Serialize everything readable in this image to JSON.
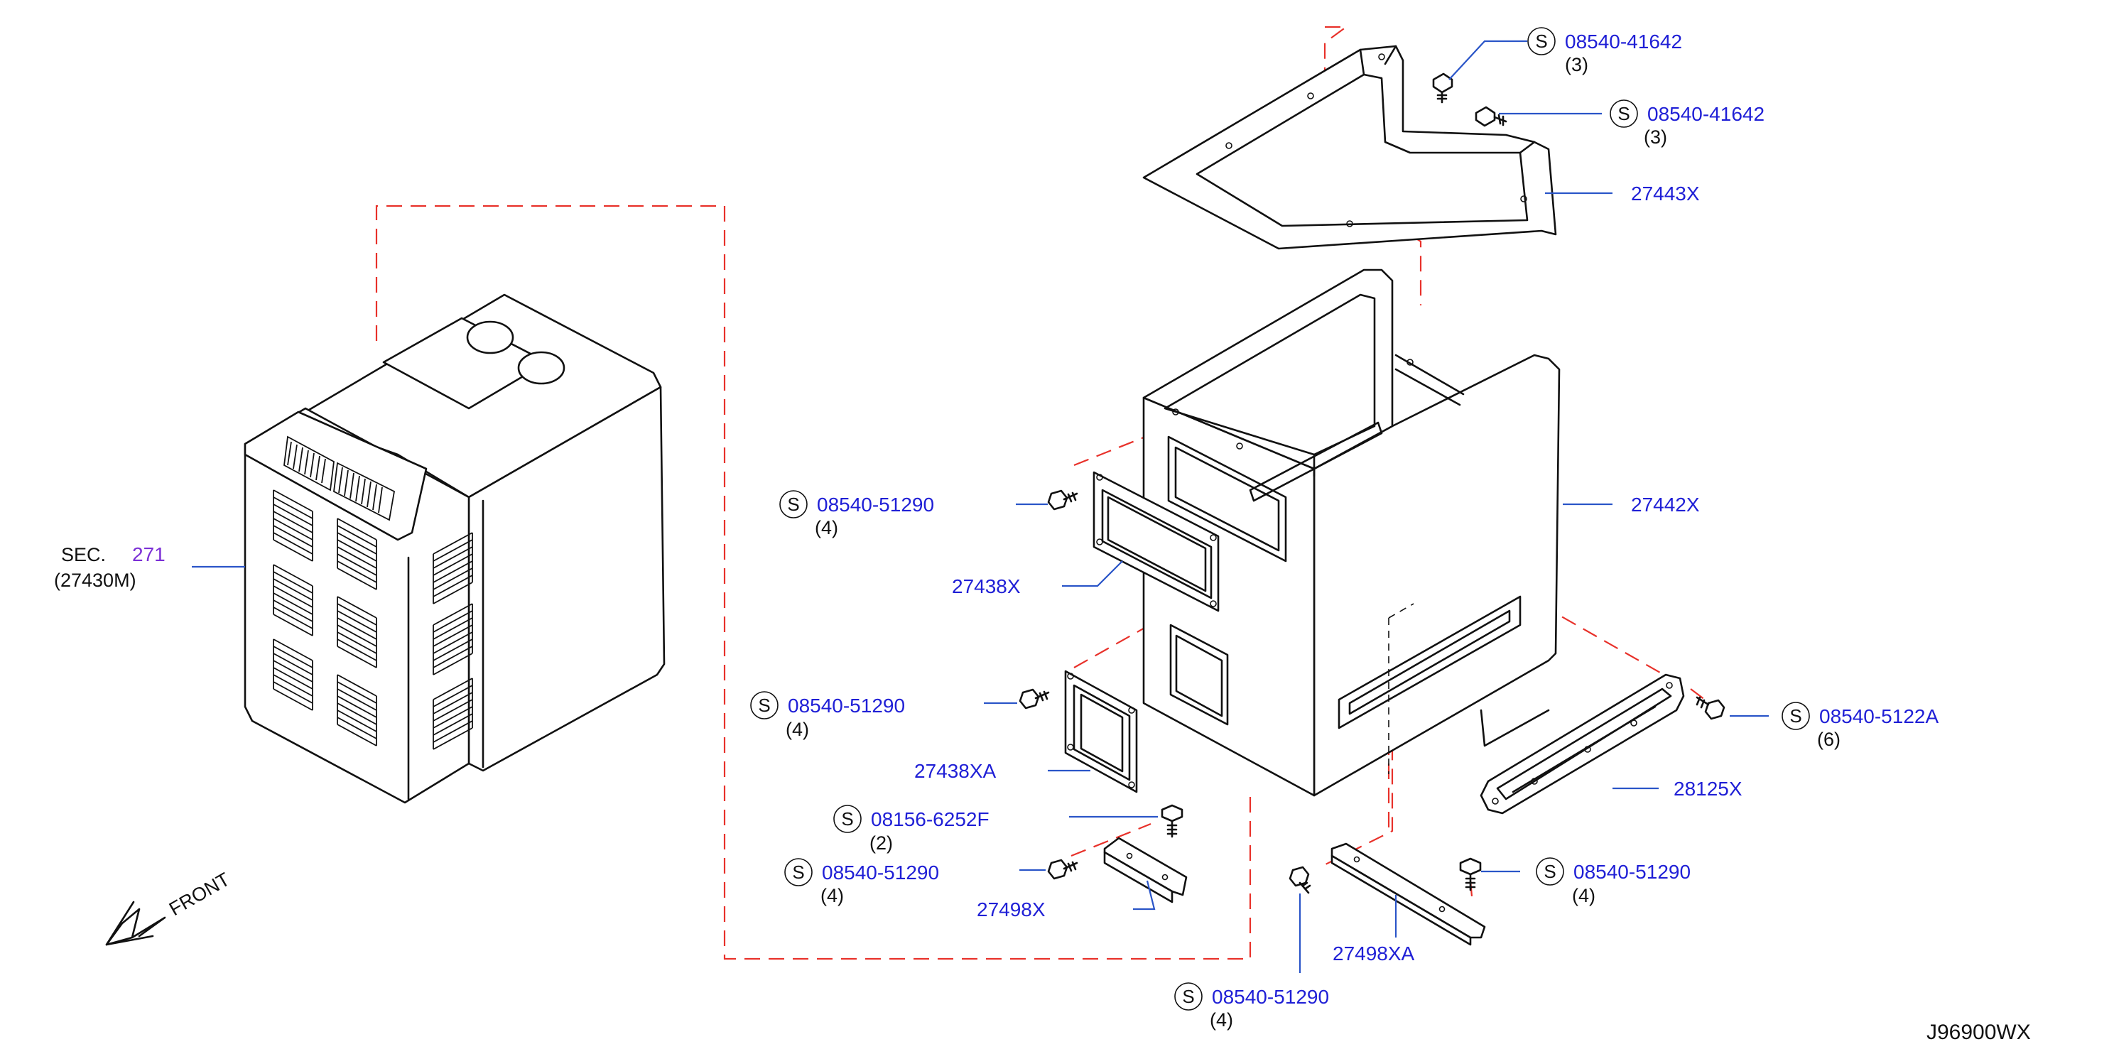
{
  "diagram_code": "J96900WX",
  "front_label": "FRONT",
  "section_ref": {
    "prefix": "SEC.",
    "number": "271",
    "part": "(27430M)"
  },
  "symbol": "S",
  "callouts": [
    {
      "id": "screw_top_1",
      "symbol": true,
      "part": "08540-41642",
      "qty": "(3)"
    },
    {
      "id": "screw_top_2",
      "symbol": true,
      "part": "08540-41642",
      "qty": "(3)"
    },
    {
      "id": "cover_top",
      "symbol": false,
      "part": "27443X",
      "qty": ""
    },
    {
      "id": "case_main",
      "symbol": false,
      "part": "27442X",
      "qty": ""
    },
    {
      "id": "screw_grille_1",
      "symbol": true,
      "part": "08540-51290",
      "qty": "(4)"
    },
    {
      "id": "grille_1",
      "symbol": false,
      "part": "27438X",
      "qty": ""
    },
    {
      "id": "screw_grille_2",
      "symbol": true,
      "part": "08540-51290",
      "qty": "(4)"
    },
    {
      "id": "grille_2",
      "symbol": false,
      "part": "27438XA",
      "qty": ""
    },
    {
      "id": "screw_bracket_a",
      "symbol": true,
      "part": "08156-6252F",
      "qty": "(2)"
    },
    {
      "id": "screw_bracket_b",
      "symbol": true,
      "part": "08540-51290",
      "qty": "(4)"
    },
    {
      "id": "bracket_1",
      "symbol": false,
      "part": "27498X",
      "qty": ""
    },
    {
      "id": "screw_duct",
      "symbol": true,
      "part": "08540-5122A",
      "qty": "(6)"
    },
    {
      "id": "duct",
      "symbol": false,
      "part": "28125X",
      "qty": ""
    },
    {
      "id": "screw_bracket_2",
      "symbol": true,
      "part": "08540-51290",
      "qty": "(4)"
    },
    {
      "id": "bracket_2",
      "symbol": false,
      "part": "27498XA",
      "qty": ""
    },
    {
      "id": "screw_bottom",
      "symbol": true,
      "part": "08540-51290",
      "qty": "(4)"
    }
  ],
  "colors": {
    "part_number": "#1f1fd6",
    "section_number": "#7b2fd6",
    "leader": "#2a55c8",
    "phantom_line": "#e8312a",
    "outline": "#111111"
  }
}
